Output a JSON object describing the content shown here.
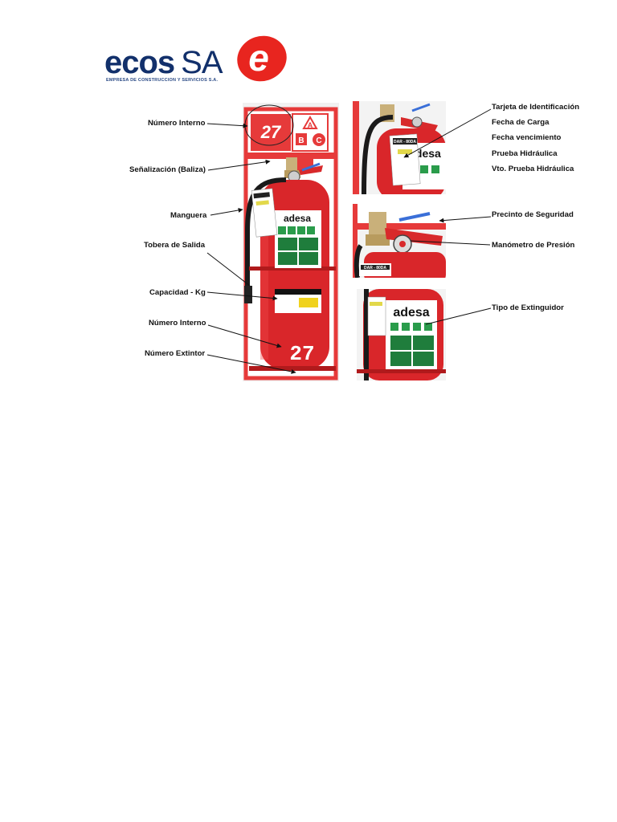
{
  "logo": {
    "brand": "ecos",
    "suffix": "SA",
    "subtitle": "EMPRESA DE CONSTRUCCION Y SERVICIOS S.A.",
    "mark_letter": "e",
    "colors": {
      "navy": "#12306b",
      "red": "#e8251f"
    }
  },
  "main_photo": {
    "plate_number": "27",
    "sign_letters": [
      "A",
      "B",
      "C"
    ],
    "body_number": "27",
    "brand_label": "adesa"
  },
  "left_labels": [
    "Número Interno",
    "Señalización (Baliza)",
    "Manguera",
    "Tobera de Salida",
    "Capacidad - Kg",
    "Número Interno",
    "Número Extintor"
  ],
  "right_labels": {
    "tag_group": [
      "Tarjeta de Identificación",
      "Fecha de Carga",
      "Fecha vencimiento",
      "Prueba Hidráulica",
      "Vto. Prueba Hidráulica"
    ],
    "seal": "Precinto de Seguridad",
    "gauge": "Manómetro de Presión",
    "type": "Tipo de Extinguidor"
  },
  "detail_photos": {
    "top_tag": "DAR - 80DA",
    "top_brand": "adesa",
    "middle_tag": "DAR - 80DA",
    "bottom_brand": "adesa"
  }
}
